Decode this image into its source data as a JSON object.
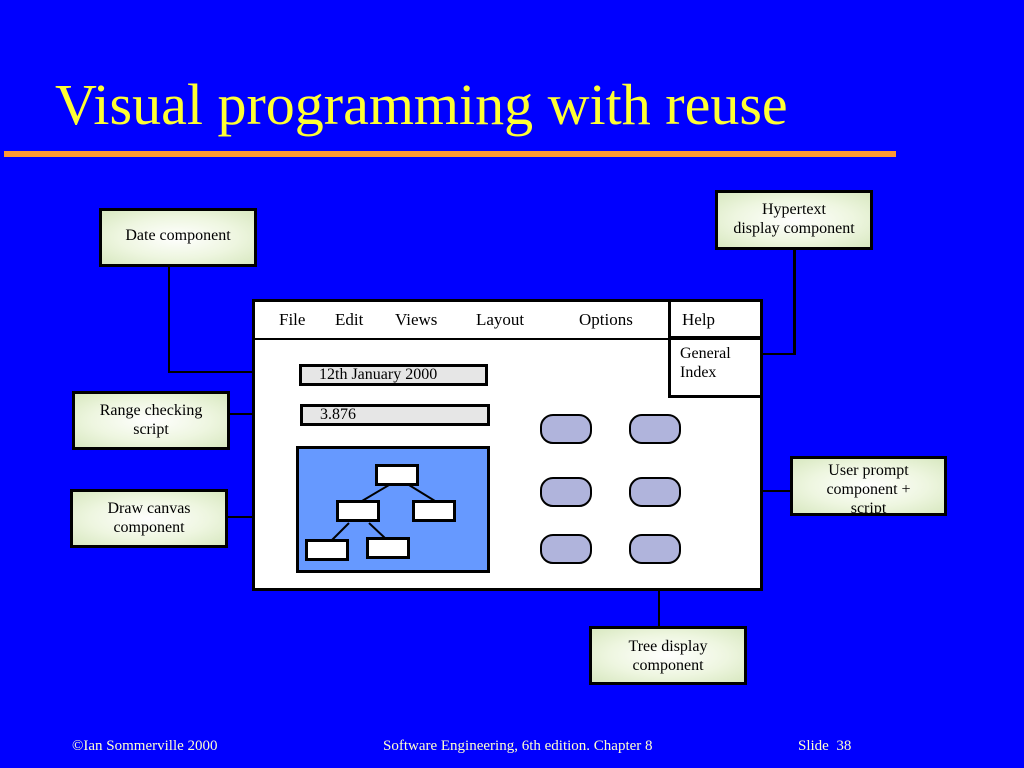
{
  "slide": {
    "title": "Visual programming with reuse",
    "colors": {
      "background": "#0000ff",
      "title": "#ffff33",
      "rule": "#ff9933",
      "canvas": "#6699ff",
      "button": "#b0b4dc"
    }
  },
  "callouts": {
    "date_component": [
      "Date component"
    ],
    "hypertext_component": [
      "Hypertext",
      "display component"
    ],
    "range_checking": [
      "Range checking",
      "script"
    ],
    "draw_canvas": [
      "Draw canvas",
      "component"
    ],
    "user_prompt": [
      "User prompt",
      "component +",
      "script"
    ],
    "tree_display": [
      "Tree display",
      "component"
    ]
  },
  "window": {
    "menu": [
      "File",
      "Edit",
      "Views",
      "Layout",
      "Options",
      "Help"
    ],
    "help_menu": [
      "General",
      "Index"
    ],
    "date_field": "12th January 2000",
    "number_field": "3.876",
    "buttons": {
      "rows": 3,
      "cols": 2
    }
  },
  "footer": {
    "copyright": "©Ian Sommerville 2000",
    "book": "Software Engineering, 6th edition. Chapter 8",
    "slide": "Slide  38"
  }
}
